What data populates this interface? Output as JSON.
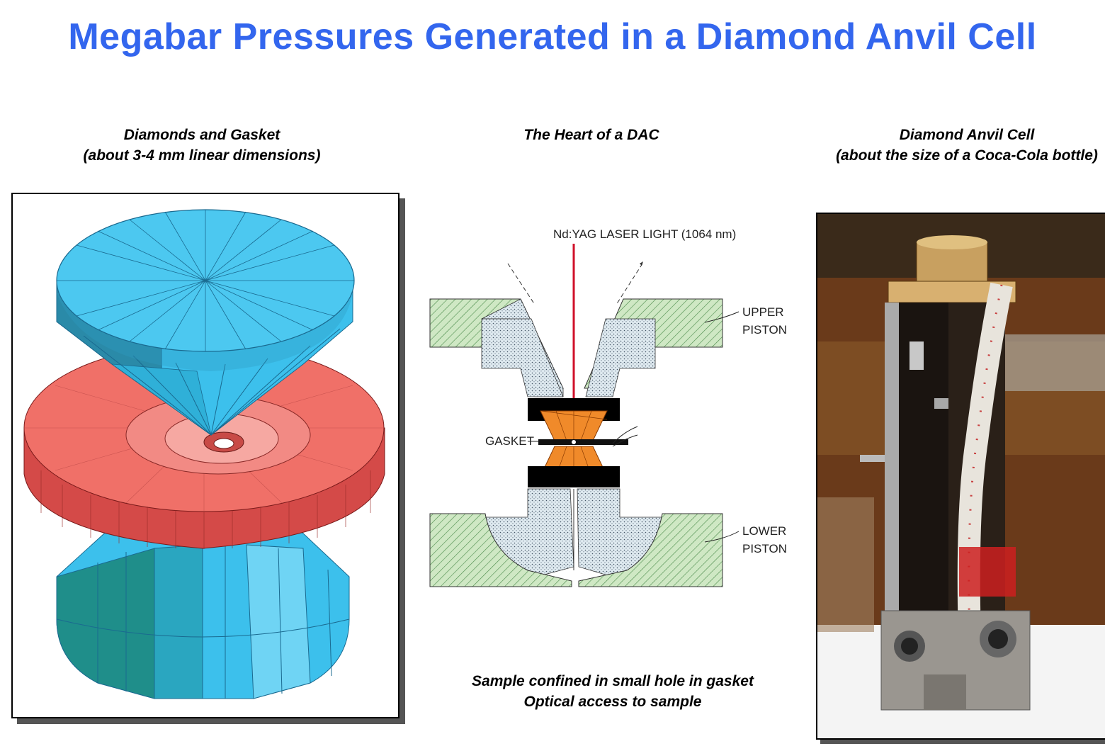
{
  "title": "Megabar Pressures Generated in a Diamond Anvil Cell",
  "captions": {
    "left_line1": "Diamonds and Gasket",
    "left_line2": "(about 3-4 mm linear dimensions)",
    "middle": "The Heart of a DAC",
    "right_line1": "Diamond Anvil Cell",
    "right_line2": "(about the size of a Coca-Cola bottle)",
    "bottom_line1": "Sample confined in small hole in gasket",
    "bottom_line2": "Optical access to sample"
  },
  "diagram_labels": {
    "laser": "Nd:YAG LASER LIGHT (1064 nm)",
    "upper_piston_1": "UPPER",
    "upper_piston_2": "PISTON",
    "gasket": "GASKET",
    "lower_piston_1": "LOWER",
    "lower_piston_2": "PISTON"
  },
  "colors": {
    "title": "#3366ee",
    "diamond": "#3cc0ec",
    "gasket": "#f07068",
    "piston": "#cfe8c4",
    "laser": "#d0102a",
    "anvil": "#f08a2a"
  }
}
